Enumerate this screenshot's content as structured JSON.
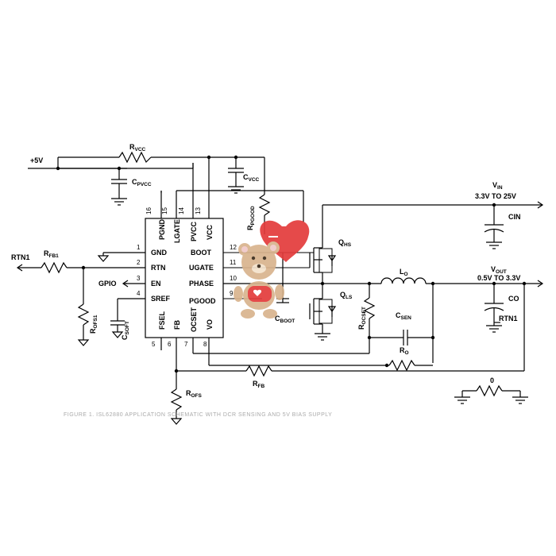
{
  "ic": {
    "pins_left": [
      {
        "num": "1",
        "name": "GND"
      },
      {
        "num": "2",
        "name": "RTN"
      },
      {
        "num": "3",
        "name": "EN"
      },
      {
        "num": "4",
        "name": "SREF"
      }
    ],
    "pins_top": [
      {
        "num": "16",
        "name": "PGND"
      },
      {
        "num": "15",
        "name": "LGATE"
      },
      {
        "num": "14",
        "name": "PVCC"
      },
      {
        "num": "13",
        "name": "VCC"
      }
    ],
    "pins_right": [
      {
        "num": "12",
        "name": "BOOT"
      },
      {
        "num": "11",
        "name": "UGATE"
      },
      {
        "num": "10",
        "name": "PHASE"
      },
      {
        "num": "9",
        "name": "PGOOD"
      }
    ],
    "pins_bottom": [
      {
        "num": "5",
        "name": "FSEL"
      },
      {
        "num": "6",
        "name": "FB"
      },
      {
        "num": "7",
        "name": "OCSET"
      },
      {
        "num": "8",
        "name": "VO"
      }
    ]
  },
  "labels": {
    "plus5v": "+5V",
    "rvcc": "R",
    "rvcc_sub": "VCC",
    "cpvcc": "C",
    "cpvcc_sub": "PVCC",
    "cvcc": "C",
    "cvcc_sub": "VCC",
    "rpgood": "R",
    "rpgood_sub": "PGOOD",
    "vin": "V",
    "vin_sub": "IN",
    "vin_range": "3.3V TO 25V",
    "cin": "CIN",
    "qhs": "Q",
    "qhs_sub": "HS",
    "qls": "Q",
    "qls_sub": "LS",
    "lo": "L",
    "lo_sub": "O",
    "vout": "V",
    "vout_sub": "OUT",
    "vout_range": "0.5V TO 3.3V",
    "co": "CO",
    "rtn1_right": "RTN1",
    "rtn1_left": "RTN1",
    "rfb1": "R",
    "rfb1_sub": "FB1",
    "gpio": "GPIO",
    "rofs1": "R",
    "rofs1_sub": "OFS1",
    "csoft": "C",
    "csoft_sub": "SOFT",
    "cboot": "C",
    "cboot_sub": "BOOT",
    "rocset": "R",
    "rocset_sub": "OCSET",
    "csen": "C",
    "csen_sub": "SEN",
    "ro": "R",
    "ro_sub": "O",
    "rfb": "R",
    "rfb_sub": "FB",
    "rofs": "R",
    "rofs_sub": "OFS",
    "zero_ohm": "0"
  },
  "caption": "FIGURE 1. ISL62880 APPLICATION SCHEMATIC WITH DCR SENSING AND 5V BIAS SUPPLY"
}
